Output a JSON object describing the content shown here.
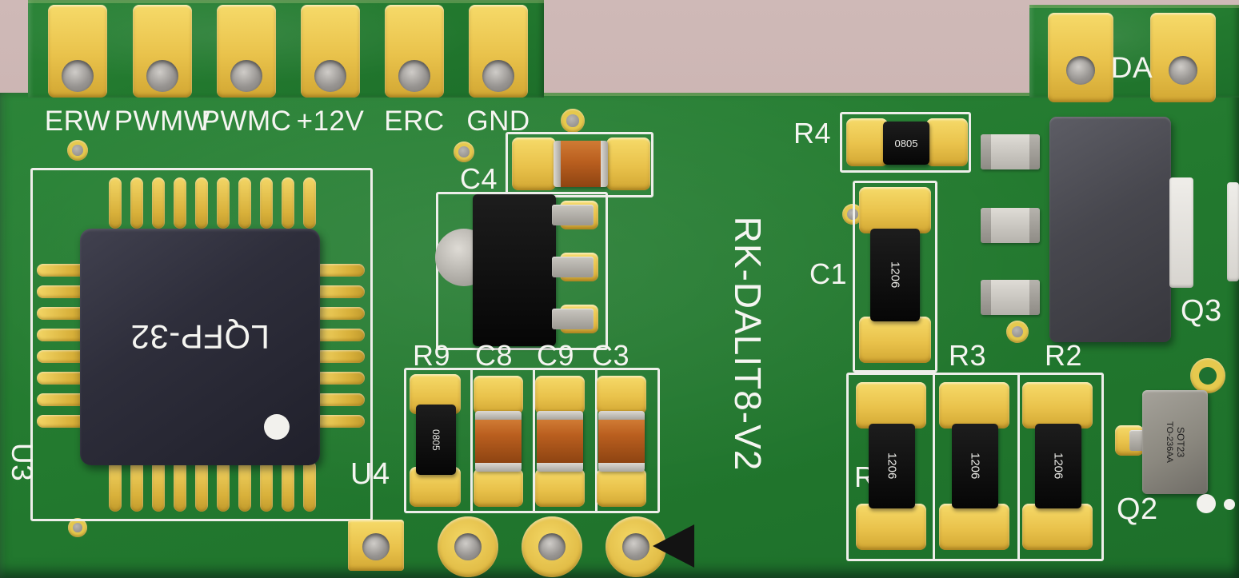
{
  "title": "RK-DALIT8-V2",
  "connector_labels": [
    "ERW",
    "PWMW",
    "PWMC",
    "+12V",
    "ERC",
    "GND"
  ],
  "da_label": "DA",
  "components": {
    "u3": {
      "ref": "U3",
      "marking": "LQFP-32"
    },
    "u4": {
      "ref": "U4"
    },
    "c4": {
      "ref": "C4"
    },
    "r9": {
      "ref": "R9",
      "marking": "0805"
    },
    "c8": {
      "ref": "C8"
    },
    "c9": {
      "ref": "C9"
    },
    "c3": {
      "ref": "C3"
    },
    "r4": {
      "ref": "R4",
      "marking": "0805"
    },
    "c1": {
      "ref": "C1",
      "marking": "1206"
    },
    "q3": {
      "ref": "Q3"
    },
    "r3": {
      "ref": "R3",
      "marking": "1206"
    },
    "r2": {
      "ref": "R2",
      "marking": "1206"
    },
    "r6": {
      "ref": "R6",
      "marking": "1206"
    },
    "q2": {
      "ref": "Q2",
      "marking_line1": "SOT23",
      "marking_line2": "TO-236AA"
    }
  },
  "colors": {
    "pcb_green": "#237a2f",
    "pad_gold": "#e9c24b",
    "background_mauve": "#c8b1af",
    "silkscreen_white": "#f5f5f1"
  }
}
